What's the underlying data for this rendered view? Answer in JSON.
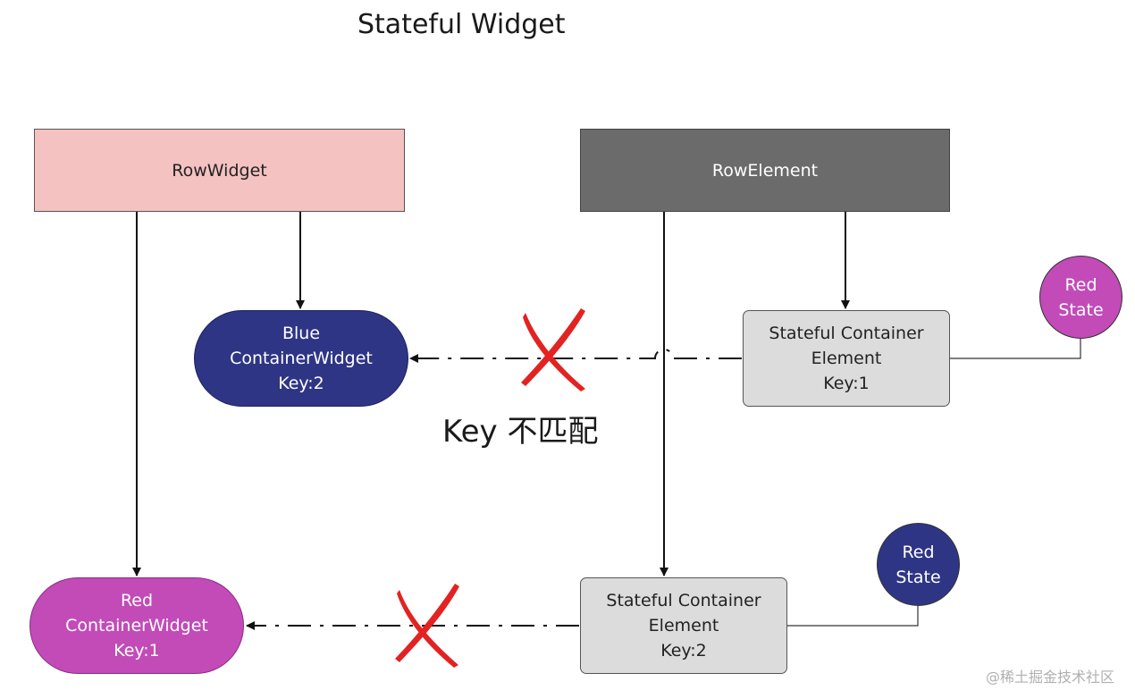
{
  "title": "Stateful Widget",
  "row_widget": {
    "label": "RowWidget"
  },
  "row_element": {
    "label": "RowElement"
  },
  "blue_widget": {
    "line1": "Blue",
    "line2": "ContainerWidget",
    "key": "Key:2"
  },
  "red_widget": {
    "line1": "Red",
    "line2": "ContainerWidget",
    "key": "Key:1"
  },
  "element_top": {
    "line1": "Stateful Container",
    "line2": "Element",
    "key": "Key:1"
  },
  "element_bottom": {
    "line1": "Stateful Container",
    "line2": "Element",
    "key": "Key:2"
  },
  "state_top": {
    "line1": "Red",
    "line2": "State"
  },
  "state_bottom": {
    "line1": "Red",
    "line2": "State"
  },
  "mismatch_caption": "Key 不匹配",
  "watermark": "@稀土掘金技术社区",
  "colors": {
    "row_widget_fill": "#f4c2c1",
    "row_element_fill": "#6b6b6b",
    "blue": "#2f3585",
    "magenta": "#c24bb8",
    "element_fill": "#dcdcdc",
    "cross_red": "#e32222",
    "key_highlight": "#d42a2a"
  }
}
